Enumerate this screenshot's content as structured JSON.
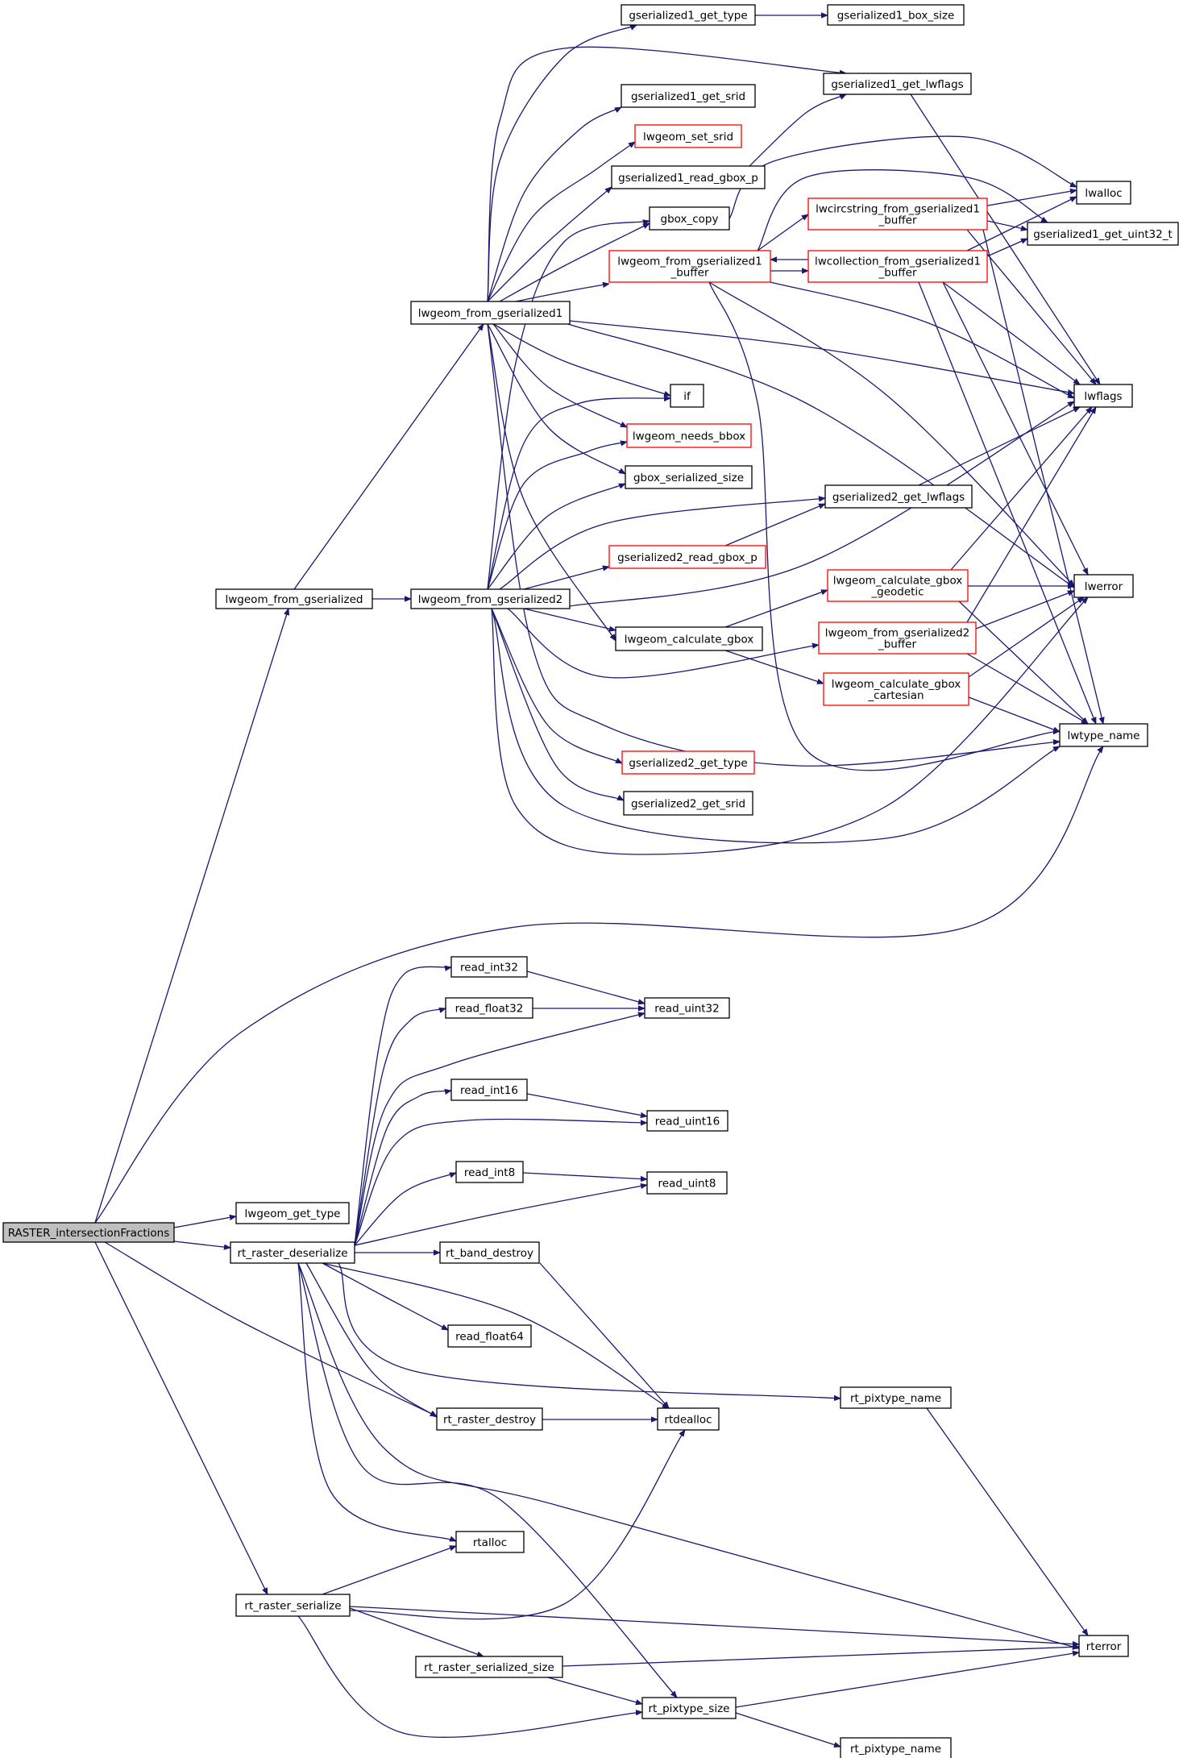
{
  "graph": {
    "nodes": [
      {
        "id": "n0",
        "lines": [
          "RASTER_intersectionFractions"
        ],
        "style": "root"
      },
      {
        "id": "n1",
        "lines": [
          "lwgeom_from_gserialized"
        ]
      },
      {
        "id": "n2",
        "lines": [
          "lwgeom_from_gserialized1"
        ]
      },
      {
        "id": "n3",
        "lines": [
          "lwgeom_from_gserialized2"
        ]
      },
      {
        "id": "n4",
        "lines": [
          "gserialized1_get_type"
        ]
      },
      {
        "id": "n5",
        "lines": [
          "gserialized1_box_size"
        ]
      },
      {
        "id": "n6",
        "lines": [
          "gserialized1_get_lwflags"
        ]
      },
      {
        "id": "n7",
        "lines": [
          "gserialized1_get_srid"
        ]
      },
      {
        "id": "n8",
        "lines": [
          "lwgeom_set_srid"
        ],
        "style": "red"
      },
      {
        "id": "n9",
        "lines": [
          "gserialized1_read_gbox_p"
        ]
      },
      {
        "id": "n10",
        "lines": [
          "gbox_copy"
        ]
      },
      {
        "id": "n11",
        "lines": [
          "lwalloc"
        ]
      },
      {
        "id": "n12",
        "lines": [
          "lwcircstring_from_gserialized1",
          "_buffer"
        ],
        "style": "red"
      },
      {
        "id": "n13",
        "lines": [
          "gserialized1_get_uint32_t"
        ]
      },
      {
        "id": "n14",
        "lines": [
          "lwgeom_from_gserialized1",
          "_buffer"
        ],
        "style": "red"
      },
      {
        "id": "n15",
        "lines": [
          "lwcollection_from_gserialized1",
          "_buffer"
        ],
        "style": "red"
      },
      {
        "id": "n16",
        "lines": [
          "lwflags"
        ]
      },
      {
        "id": "n17",
        "lines": [
          "if"
        ]
      },
      {
        "id": "n18",
        "lines": [
          "lwgeom_needs_bbox"
        ],
        "style": "red"
      },
      {
        "id": "n19",
        "lines": [
          "gbox_serialized_size"
        ]
      },
      {
        "id": "n20",
        "lines": [
          "gserialized2_get_lwflags"
        ]
      },
      {
        "id": "n21",
        "lines": [
          "gserialized2_read_gbox_p"
        ],
        "style": "red"
      },
      {
        "id": "n22",
        "lines": [
          "lwgeom_calculate_gbox",
          "_geodetic"
        ],
        "style": "red"
      },
      {
        "id": "n23",
        "lines": [
          "lwerror"
        ]
      },
      {
        "id": "n24",
        "lines": [
          "lwgeom_calculate_gbox"
        ]
      },
      {
        "id": "n25",
        "lines": [
          "lwgeom_from_gserialized2",
          "_buffer"
        ],
        "style": "red"
      },
      {
        "id": "n26",
        "lines": [
          "lwgeom_calculate_gbox",
          "_cartesian"
        ],
        "style": "red"
      },
      {
        "id": "n27",
        "lines": [
          "lwtype_name"
        ]
      },
      {
        "id": "n28",
        "lines": [
          "gserialized2_get_type"
        ],
        "style": "red"
      },
      {
        "id": "n29",
        "lines": [
          "gserialized2_get_srid"
        ]
      },
      {
        "id": "n30",
        "lines": [
          "read_int32"
        ]
      },
      {
        "id": "n31",
        "lines": [
          "read_float32"
        ]
      },
      {
        "id": "n32",
        "lines": [
          "read_uint32"
        ]
      },
      {
        "id": "n33",
        "lines": [
          "read_int16"
        ]
      },
      {
        "id": "n34",
        "lines": [
          "read_uint16"
        ]
      },
      {
        "id": "n35",
        "lines": [
          "read_int8"
        ]
      },
      {
        "id": "n36",
        "lines": [
          "read_uint8"
        ]
      },
      {
        "id": "n37",
        "lines": [
          "lwgeom_get_type"
        ]
      },
      {
        "id": "n38",
        "lines": [
          "rt_raster_deserialize"
        ]
      },
      {
        "id": "n39",
        "lines": [
          "rt_band_destroy"
        ]
      },
      {
        "id": "n40",
        "lines": [
          "read_float64"
        ]
      },
      {
        "id": "n41",
        "lines": [
          "rt_pixtype_name"
        ]
      },
      {
        "id": "n42",
        "lines": [
          "rt_raster_destroy"
        ]
      },
      {
        "id": "n43",
        "lines": [
          "rtdealloc"
        ]
      },
      {
        "id": "n44",
        "lines": [
          "rtalloc"
        ]
      },
      {
        "id": "n45",
        "lines": [
          "rt_raster_serialize"
        ]
      },
      {
        "id": "n46",
        "lines": [
          "rterror"
        ]
      },
      {
        "id": "n47",
        "lines": [
          "rt_raster_serialized_size"
        ]
      },
      {
        "id": "n48",
        "lines": [
          "rt_pixtype_size"
        ]
      },
      {
        "id": "n49",
        "lines": [
          "rt_pixtype_name"
        ]
      }
    ]
  }
}
